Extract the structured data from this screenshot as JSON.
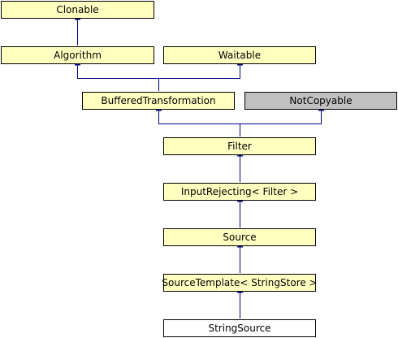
{
  "nodes": {
    "clonable": "Clonable",
    "algorithm": "Algorithm",
    "waitable": "Waitable",
    "buffered_transformation": "BufferedTransformation",
    "not_copyable": "NotCopyable",
    "filter": "Filter",
    "input_rejecting": "InputRejecting< Filter >",
    "source": "Source",
    "source_template": "SourceTemplate< StringStore >",
    "string_source": "StringSource"
  },
  "colors": {
    "class_fill": "#ffffc0",
    "external_fill": "#c0c0c0",
    "current_fill": "#ffffff",
    "edge": "#000080"
  }
}
